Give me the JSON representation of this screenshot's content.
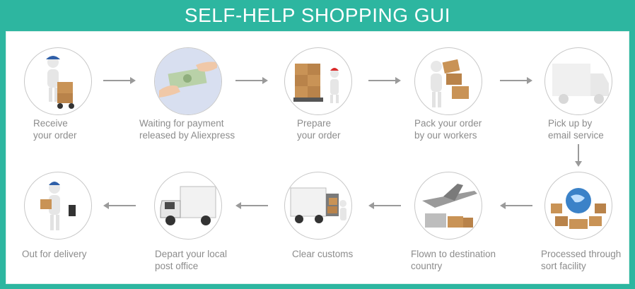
{
  "header": {
    "title": "SELF-HELP SHOPPING GUI"
  },
  "colors": {
    "accent": "#2db6a0",
    "text": "#8c8c8c",
    "arrow": "#9a9a9a",
    "circle_border": "#c8c8c8"
  },
  "steps": [
    {
      "label": "Receive\nyour order",
      "icon": "delivery-man-hand-truck-icon"
    },
    {
      "label": "Waiting for payment\nreleased by Aliexpress",
      "icon": "money-handover-icon"
    },
    {
      "label": "Prepare\nyour order",
      "icon": "pallet-boxes-icon"
    },
    {
      "label": "Pack your order\nby our workers",
      "icon": "worker-carrying-boxes-icon"
    },
    {
      "label": "Pick up by\nemail service",
      "icon": "truck-icon"
    },
    {
      "label": "Processed through\nsort facility",
      "icon": "globe-boxes-icon"
    },
    {
      "label": "Flown to destination\ncountry",
      "icon": "airplane-icon"
    },
    {
      "label": "Clear customs",
      "icon": "cargo-truck-workers-icon"
    },
    {
      "label": "Depart your local\npost office",
      "icon": "box-truck-icon"
    },
    {
      "label": "Out for delivery",
      "icon": "courier-package-icon"
    }
  ]
}
